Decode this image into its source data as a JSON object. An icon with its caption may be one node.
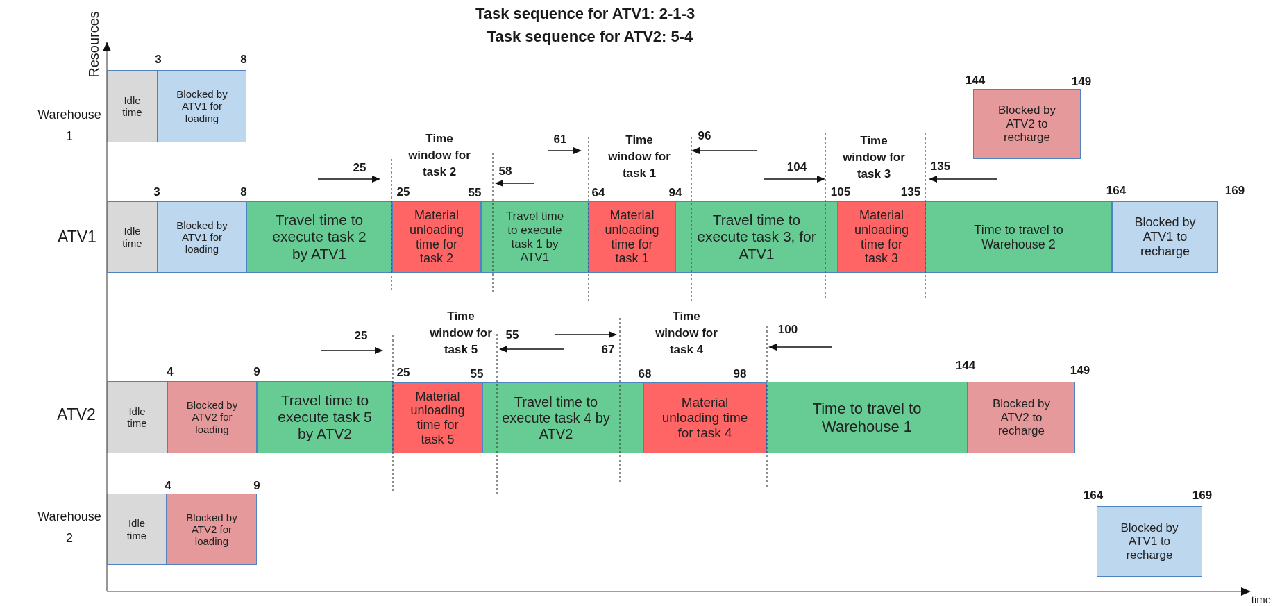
{
  "diagram": {
    "title": "Task sequence for ATV1: 2-1-3",
    "nodes": [
      {
        "text": [
          "Idle time"
        ]
      },
      {
        "text": [
          "Blocked by ATV1 for loading"
        ]
      },
      {
        "text": [
          "Blocked by ATV2 to recharge"
        ]
      },
      {
        "text": [
          "Idle time"
        ]
      },
      {
        "text": [
          "Blocked by ATV1 for loading"
        ]
      },
      {
        "text": [
          "Travel time to execute task 2 by ATV1"
        ]
      },
      {
        "text": [
          "Material unloading time for task 2"
        ]
      },
      {
        "text": [
          "Travel time to execute task 1 by ATV1"
        ]
      },
      {
        "text": [
          "Material unloading time for task 1"
        ]
      },
      {
        "text": [
          "Travel time to execute task 3, for ATV1"
        ]
      },
      {
        "text": [
          "Material unloading time for task 3"
        ]
      },
      {
        "text": [
          "Time to travel to Warehouse 2"
        ]
      },
      {
        "text": [
          "Blocked by ATV1 to recharge"
        ]
      },
      {
        "text": [
          "Idle time"
        ]
      },
      {
        "text": [
          "Blocked by ATV2 for loading"
        ]
      },
      {
        "text": [
          "Travel time to execute task 5 by ATV2"
        ]
      },
      {
        "text": [
          "Material unloading time for task 5"
        ]
      },
      {
        "text": [
          "Travel time to execute task 4 by ATV2"
        ]
      },
      {
        "text": [
          "Material unloading time for task 4"
        ]
      },
      {
        "text": [
          "Time to travel to Warehouse 1"
        ]
      },
      {
        "text": [
          "Blocked by ATV2 to recharge"
        ]
      },
      {
        "text": [
          "Idle time"
        ]
      },
      {
        "text": [
          "Blocked by ATV2 for loading"
        ]
      },
      {
        "text": [
          "Blocked by ATV1 to recharge"
        ]
      }
    ],
    "labels": [
      "Task sequence for ATV2: 5-4",
      "Resources",
      "3",
      "8",
      "144",
      "149",
      "Warehouse 1",
      "Time window for task 2",
      "61",
      "Time window for task 1",
      "96",
      "Time window for task 3",
      "25",
      "58",
      "104",
      "135",
      "3",
      "8",
      "25",
      "55",
      "64",
      "94",
      "105",
      "135",
      "164",
      "169",
      "ATV1",
      "Time window for task 5",
      "Time window for task 4",
      "25",
      "55",
      "100",
      "67",
      "4",
      "9",
      "25",
      "55",
      "68",
      "98",
      "144",
      "149",
      "ATV2",
      "4",
      "9",
      "164",
      "169",
      "Warehouse 2",
      "time"
    ]
  }
}
